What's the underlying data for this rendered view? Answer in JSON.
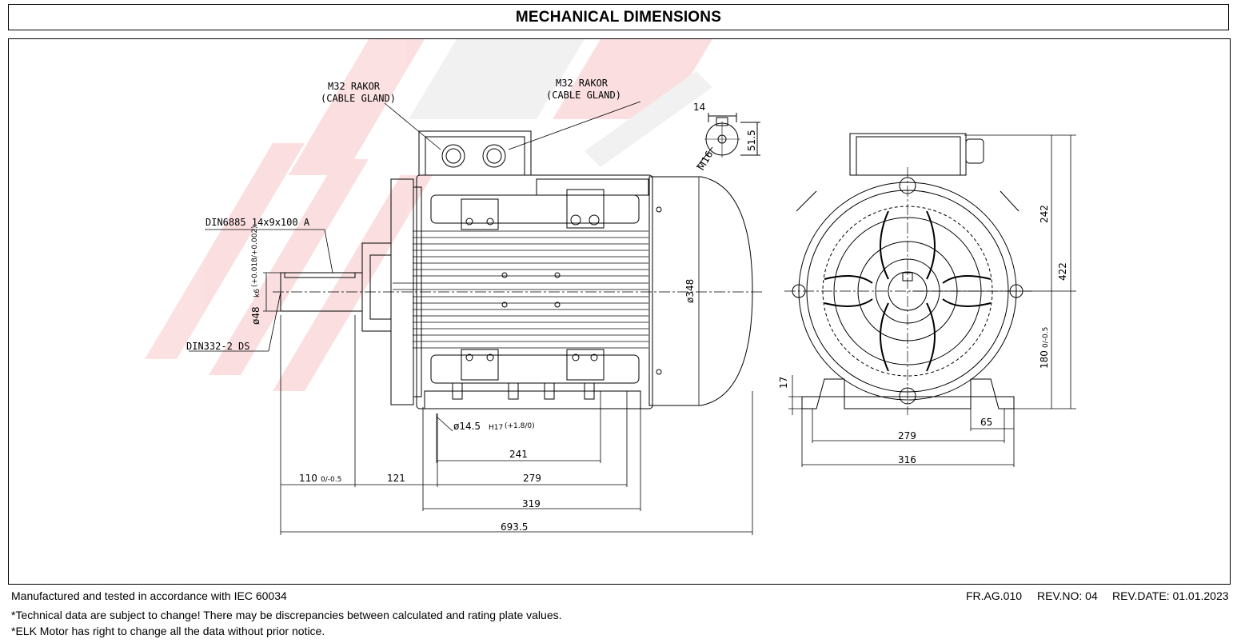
{
  "header": {
    "title": "MECHANICAL DIMENSIONS"
  },
  "labels": {
    "gland_left": [
      "M32 RAKOR",
      "(CABLE GLAND)"
    ],
    "gland_right": [
      "M32 RAKOR",
      "(CABLE GLAND)"
    ],
    "key": "DIN6885 14x9x100 A",
    "center_hole": "DIN332-2 DS",
    "thread": "M16"
  },
  "dims": {
    "shaft_dia": "ø48",
    "shaft_fit": "k6",
    "shaft_tol": "(+0.018/+0.002)",
    "key_width": "14",
    "key_height": "51.5",
    "frame_dia": "ø348",
    "hole_dia": "ø14.5",
    "hole_fit": "H17",
    "hole_tol": "(+1.8/0)",
    "d241": "241",
    "d110": "110",
    "d110_tol": "0/-0.5",
    "d121": "121",
    "d279_side": "279",
    "d319": "319",
    "d693": "693.5",
    "d242": "242",
    "d422": "422",
    "d180": "180",
    "d180_tol": "0/-0.5",
    "d17": "17",
    "d65": "65",
    "d279_front": "279",
    "d316": "316"
  },
  "footer": {
    "standard": "Manufactured and tested in accordance with  IEC 60034",
    "note1": "*Technical data are subject to change! There may be discrepancies between calculated and rating plate values.",
    "note2": "*ELK Motor has right to change all the data without prior notice.",
    "form_no": "FR.AG.010",
    "rev_no": "REV.NO: 04",
    "rev_date": "REV.DATE: 01.01.2023"
  },
  "colors": {
    "line": "#000000",
    "watermark": "#e8141c",
    "watermark_grey": "#9a9a9a"
  }
}
